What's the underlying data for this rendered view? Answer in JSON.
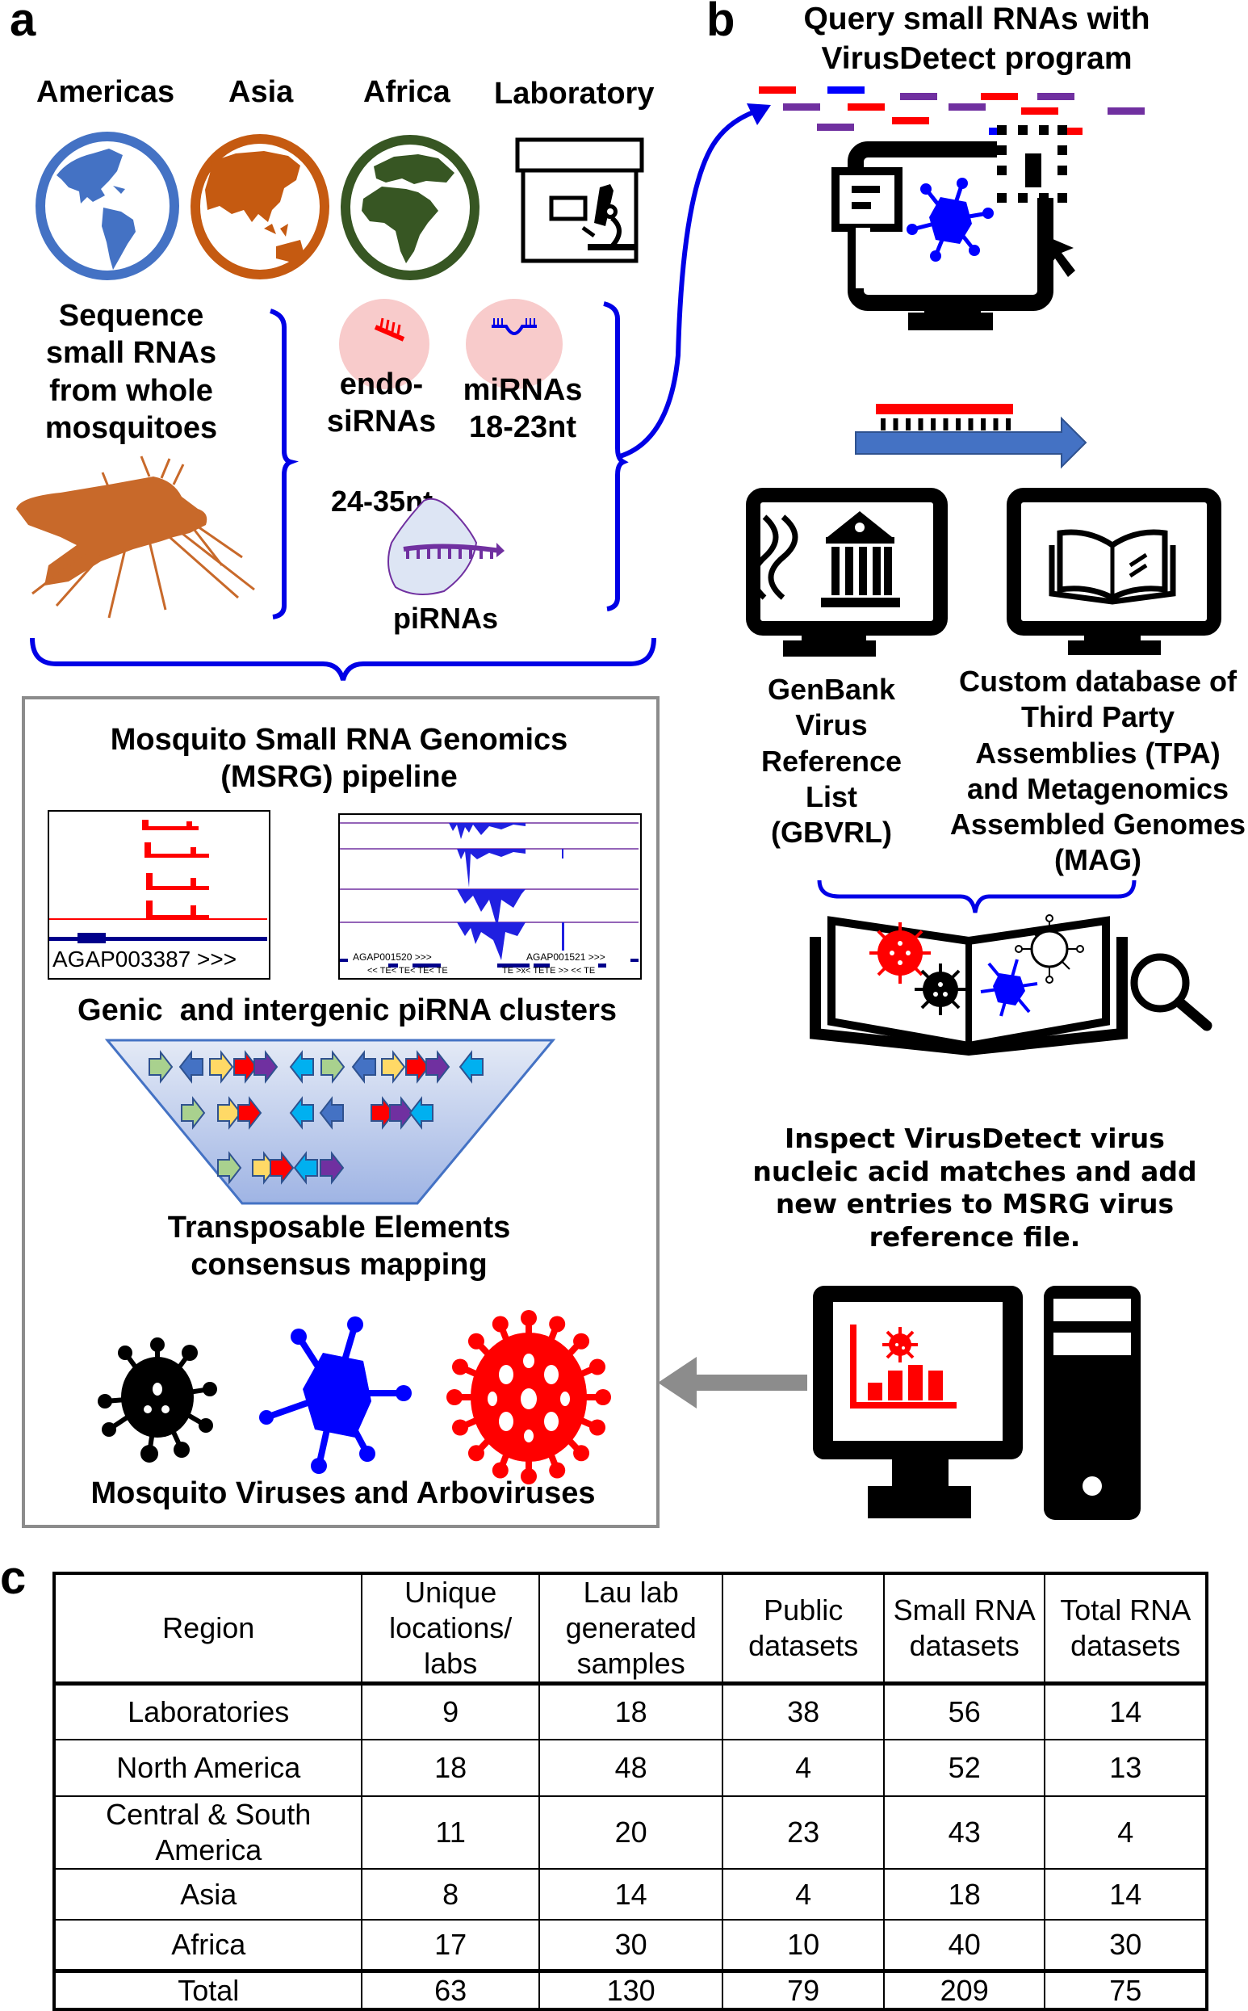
{
  "panel_a": {
    "letter": "a",
    "regions": [
      {
        "label": "Americas",
        "icon": "globe-americas-icon",
        "color": "#4472C4"
      },
      {
        "label": "Asia",
        "icon": "globe-asia-icon",
        "color": "#C55A11"
      },
      {
        "label": "Africa",
        "icon": "globe-africa-icon",
        "color": "#375623"
      },
      {
        "label": "Laboratory",
        "icon": "laboratory-microscope-icon",
        "color": "#000000"
      }
    ],
    "sequence_text": [
      "Sequence",
      "small RNAs",
      "from whole",
      "mosquitoes"
    ],
    "small_rnas": {
      "endo_sirna": [
        "endo-",
        "siRNAs"
      ],
      "mirna": [
        "miRNAs",
        "18-23nt"
      ],
      "pirna_length": "24-35nt",
      "pirna": "piRNAs"
    },
    "mosquito_color": "#C8692A",
    "pipeline": {
      "title": [
        "Mosquito Small RNA Genomics",
        "(MSRG) pipeline"
      ],
      "track_left_gene": "AGAP003387 >>>",
      "track_right_genes": [
        "AGAP001520 >>>",
        "AGAP001521 >>>"
      ],
      "track_right_te_labels": [
        "<< TE< TE< TE< TE",
        "TE >x< TETE >> << TE"
      ],
      "clusters_label": "Genic  and intergenic piRNA clusters",
      "te_label": [
        "Transposable Elements",
        "consensus mapping"
      ],
      "viruses_label": "Mosquito Viruses and Arboviruses"
    }
  },
  "panel_b": {
    "letter": "b",
    "title": [
      "Query small RNAs with",
      "VirusDetect program"
    ],
    "databases": [
      {
        "lines": [
          "GenBank",
          "Virus",
          "Reference",
          "List",
          "(GBVRL)"
        ],
        "icon": "dna-bank-monitor-icon"
      },
      {
        "lines": [
          "Custom database of",
          "Third Party",
          "Assemblies (TPA)",
          "and Metagenomics",
          "Assembled Genomes",
          "(MAG)"
        ],
        "icon": "open-book-monitor-icon"
      }
    ],
    "inspect_text": [
      "Inspect VirusDetect virus",
      "nucleic acid matches and add",
      "new entries to MSRG virus",
      "reference file."
    ]
  },
  "panel_c": {
    "letter": "c",
    "columns": [
      [
        "Region"
      ],
      [
        "Unique",
        "locations/",
        "labs"
      ],
      [
        "Lau lab",
        "generated",
        "samples"
      ],
      [
        "Public",
        "datasets"
      ],
      [
        "Small RNA",
        "datasets"
      ],
      [
        "Total RNA",
        "datasets"
      ]
    ],
    "rows": [
      {
        "region": [
          "Laboratories"
        ],
        "values": [
          "9",
          "18",
          "38",
          "56",
          "14"
        ]
      },
      {
        "region": [
          "North America"
        ],
        "values": [
          "18",
          "48",
          "4",
          "52",
          "13"
        ]
      },
      {
        "region": [
          "Central & South",
          "America"
        ],
        "values": [
          "11",
          "20",
          "23",
          "43",
          "4"
        ]
      },
      {
        "region": [
          "Asia"
        ],
        "values": [
          "8",
          "14",
          "4",
          "18",
          "14"
        ]
      },
      {
        "region": [
          "Africa"
        ],
        "values": [
          "17",
          "30",
          "10",
          "40",
          "30"
        ]
      }
    ],
    "total": {
      "region": [
        "Total"
      ],
      "values": [
        "63",
        "130",
        "79",
        "209",
        "75"
      ]
    }
  },
  "colors": {
    "bracket_blue": "#0000E6",
    "virus_red": "#FF0000",
    "virus_blue": "#0000FF",
    "read_purple": "#7030A0",
    "arrow_blue": "#4472C4",
    "box_gray": "#8C8C8C",
    "pirna_bg": "#DDE5F4",
    "sirna_bg": "#F8CBCB"
  }
}
